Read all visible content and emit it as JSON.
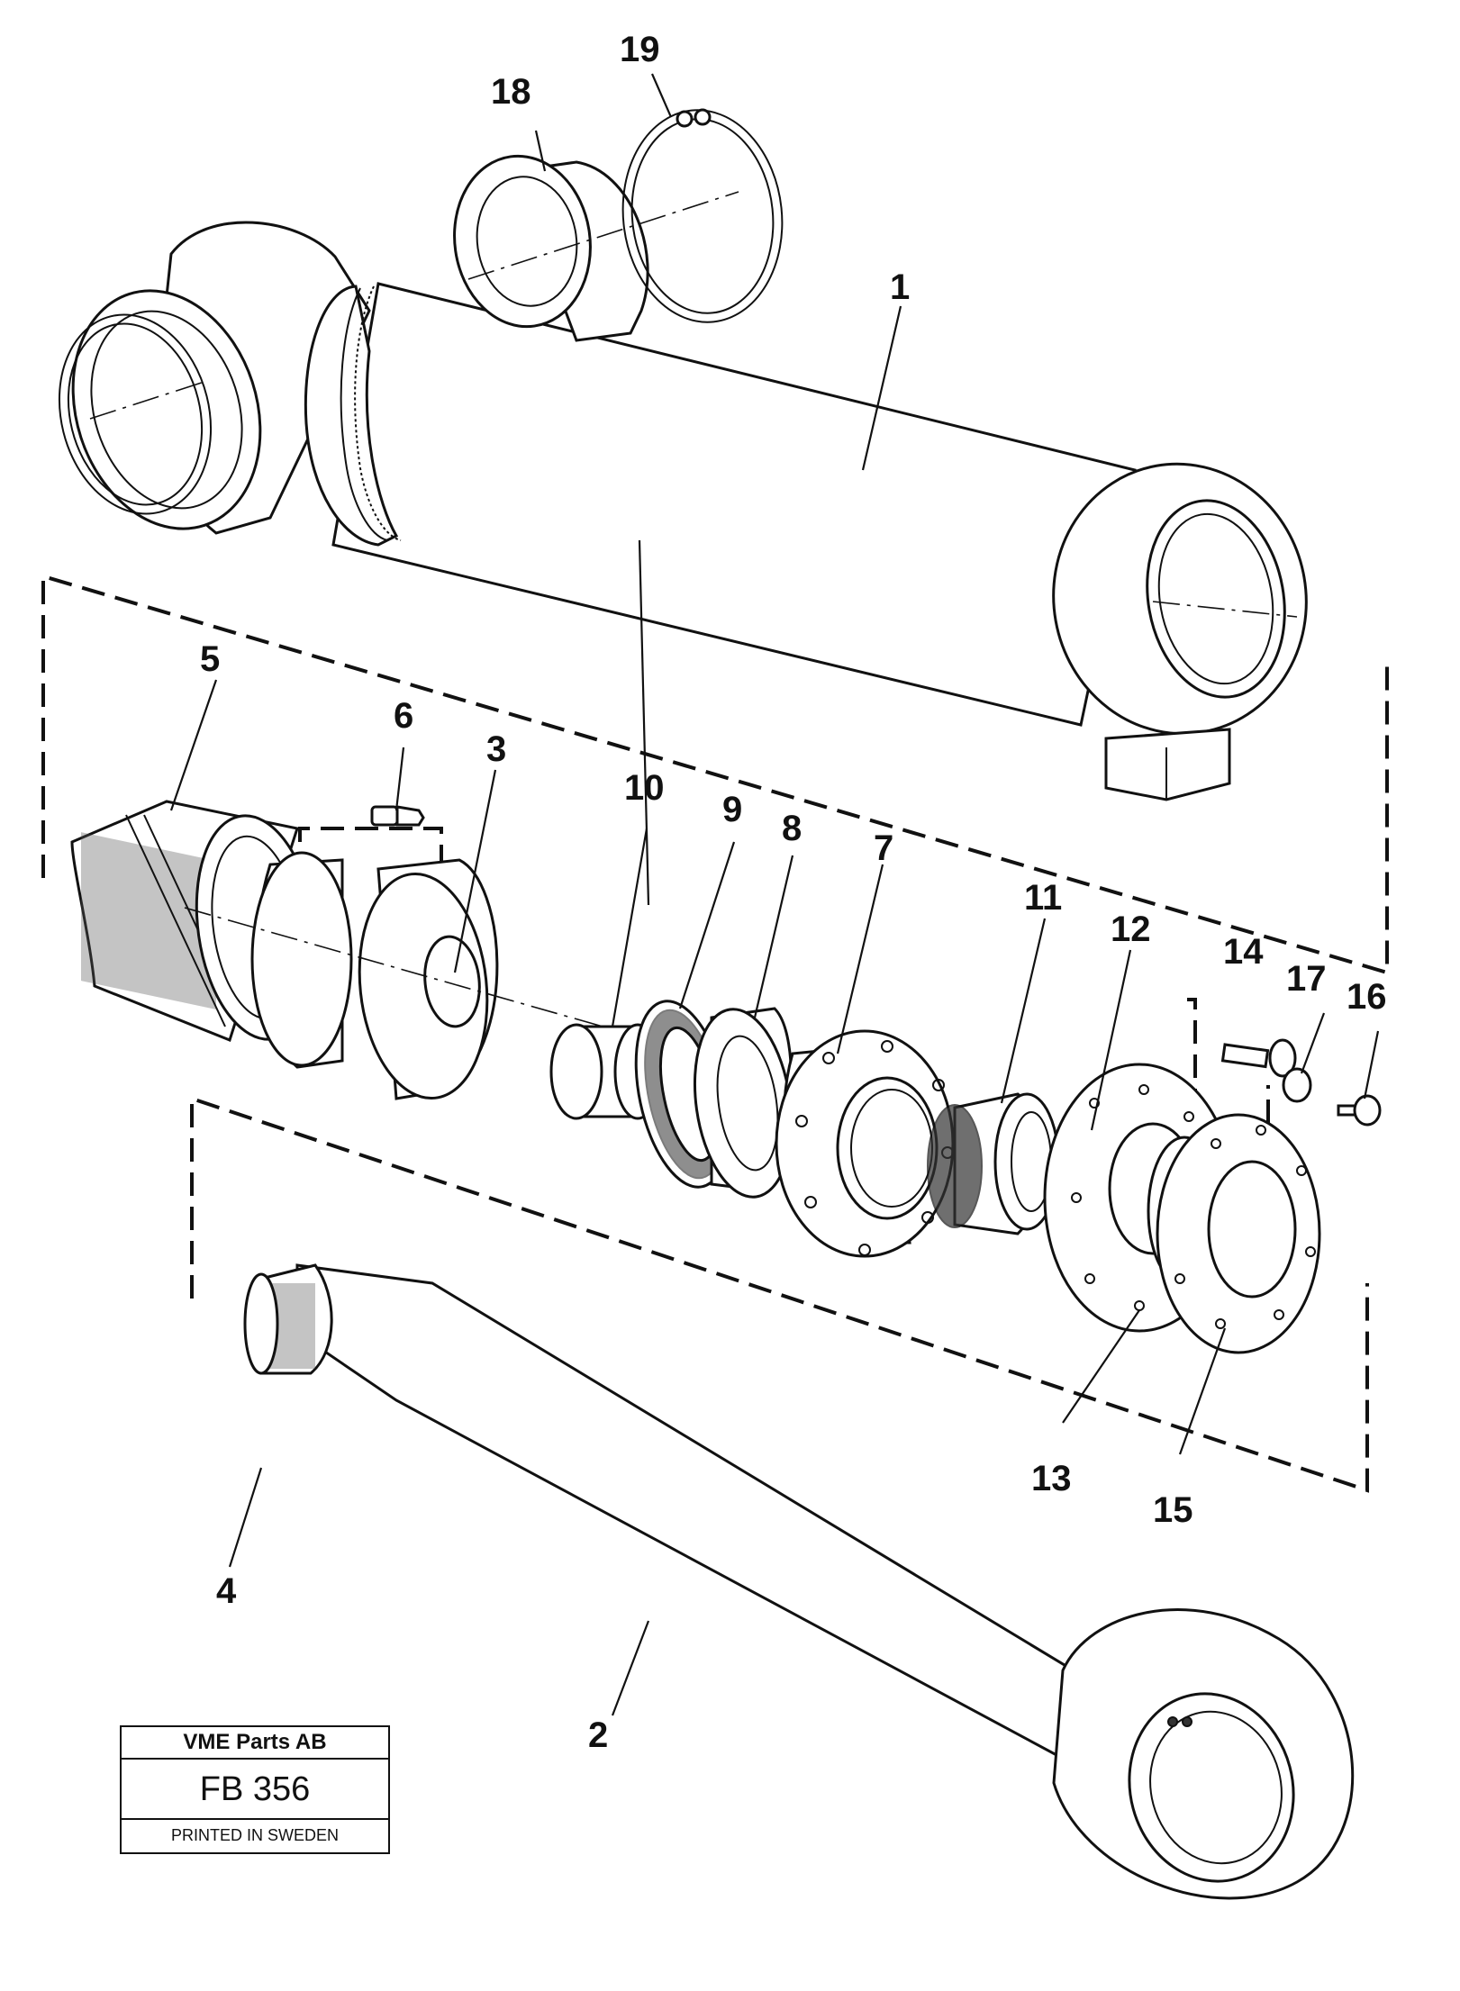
{
  "callouts": {
    "c1": "1",
    "c2": "2",
    "c3": "3",
    "c4": "4",
    "c5": "5",
    "c6": "6",
    "c7": "7",
    "c8": "8",
    "c9": "9",
    "c10": "10",
    "c11": "11",
    "c12": "12",
    "c13": "13",
    "c14": "14",
    "c15": "15",
    "c16": "16",
    "c17": "17",
    "c18": "18",
    "c19": "19"
  },
  "title_block": {
    "company": "VME Parts AB",
    "code": "FB 356",
    "printed": "PRINTED IN SWEDEN"
  }
}
